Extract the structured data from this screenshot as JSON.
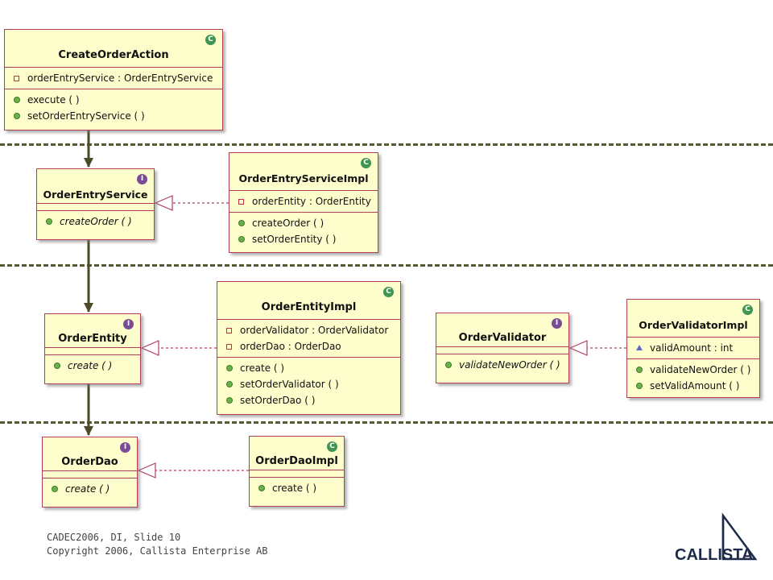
{
  "classes": {
    "create_order_action": {
      "name": "CreateOrderAction",
      "kind": "C",
      "attributes": [
        "orderEntryService : OrderEntryService"
      ],
      "operations": [
        "execute ( )",
        "setOrderEntryService ( )"
      ]
    },
    "order_entry_service": {
      "name": "OrderEntryService",
      "kind": "I",
      "operations": [
        "createOrder ( )"
      ]
    },
    "order_entry_service_impl": {
      "name": "OrderEntryServiceImpl",
      "kind": "C",
      "attributes": [
        "orderEntity : OrderEntity"
      ],
      "operations": [
        "createOrder ( )",
        "setOrderEntity ( )"
      ]
    },
    "order_entity": {
      "name": "OrderEntity",
      "kind": "I",
      "operations": [
        "create ( )"
      ]
    },
    "order_entity_impl": {
      "name": "OrderEntityImpl",
      "kind": "C",
      "attributes": [
        "orderValidator : OrderValidator",
        "orderDao : OrderDao"
      ],
      "operations": [
        "create ( )",
        "setOrderValidator ( )",
        "setOrderDao ( )"
      ]
    },
    "order_validator": {
      "name": "OrderValidator",
      "kind": "I",
      "operations": [
        "validateNewOrder ( )"
      ]
    },
    "order_validator_impl": {
      "name": "OrderValidatorImpl",
      "kind": "C",
      "attributes": [
        "validAmount : int"
      ],
      "operations": [
        "validateNewOrder ( )",
        "setValidAmount ( )"
      ]
    },
    "order_dao": {
      "name": "OrderDao",
      "kind": "I",
      "operations": [
        "create ( )"
      ]
    },
    "order_dao_impl": {
      "name": "OrderDaoImpl",
      "kind": "C",
      "operations": [
        "create ( )"
      ]
    }
  },
  "footer": {
    "line1": "CADEC2006, DI, Slide 10",
    "line2": "Copyright 2006, Callista Enterprise AB"
  },
  "logo": {
    "text": "CALLISTA"
  },
  "colors": {
    "box_fill": "#fefdcc",
    "box_border": "#b0405a",
    "layer_line": "#585832",
    "class_badge": "#3f9650",
    "interface_badge": "#7a4b96"
  }
}
